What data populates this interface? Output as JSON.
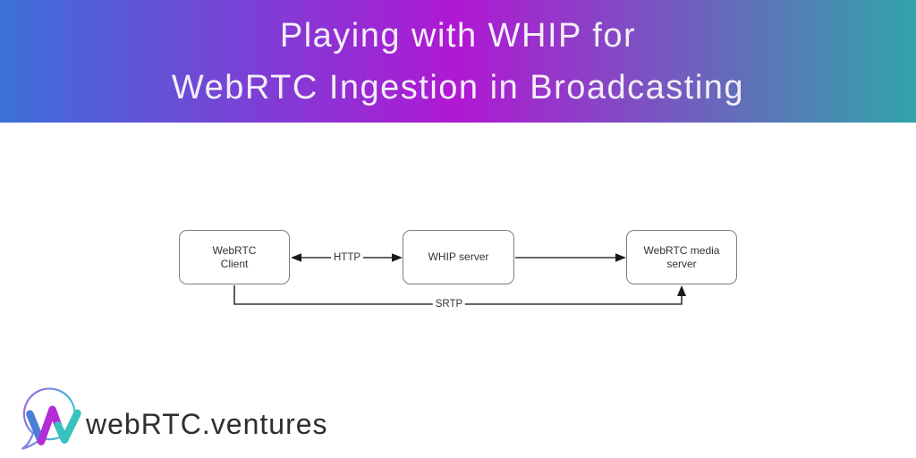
{
  "banner": {
    "title_line1": "Playing with WHIP for",
    "title_line2": "WebRTC Ingestion in Broadcasting",
    "gradient_left": "#3c70d8",
    "gradient_mid": "#b018d3",
    "gradient_right": "#31a4aa",
    "text_color": "#f4eef8"
  },
  "diagram": {
    "nodes": [
      {
        "label": "WebRTC\nClient"
      },
      {
        "label": "WHIP server"
      },
      {
        "label": "WebRTC media\nserver"
      }
    ],
    "edges": [
      {
        "label": "HTTP",
        "from": "WebRTC Client",
        "to": "WHIP server",
        "type": "bidirectional"
      },
      {
        "label": "",
        "from": "WHIP server",
        "to": "WebRTC media server",
        "type": "directed"
      },
      {
        "label": "SRTP",
        "from": "WebRTC Client",
        "to": "WebRTC media server",
        "type": "directed"
      }
    ]
  },
  "logo": {
    "wordmark": "webRTC.ventures",
    "colors": {
      "bubble_start": "#a85ce0",
      "bubble_end": "#38c3da",
      "w_blue": "#4a7fd9",
      "w_magenta": "#b42bd8",
      "w_teal": "#38c2bd",
      "text": "#2e2e2e"
    }
  }
}
